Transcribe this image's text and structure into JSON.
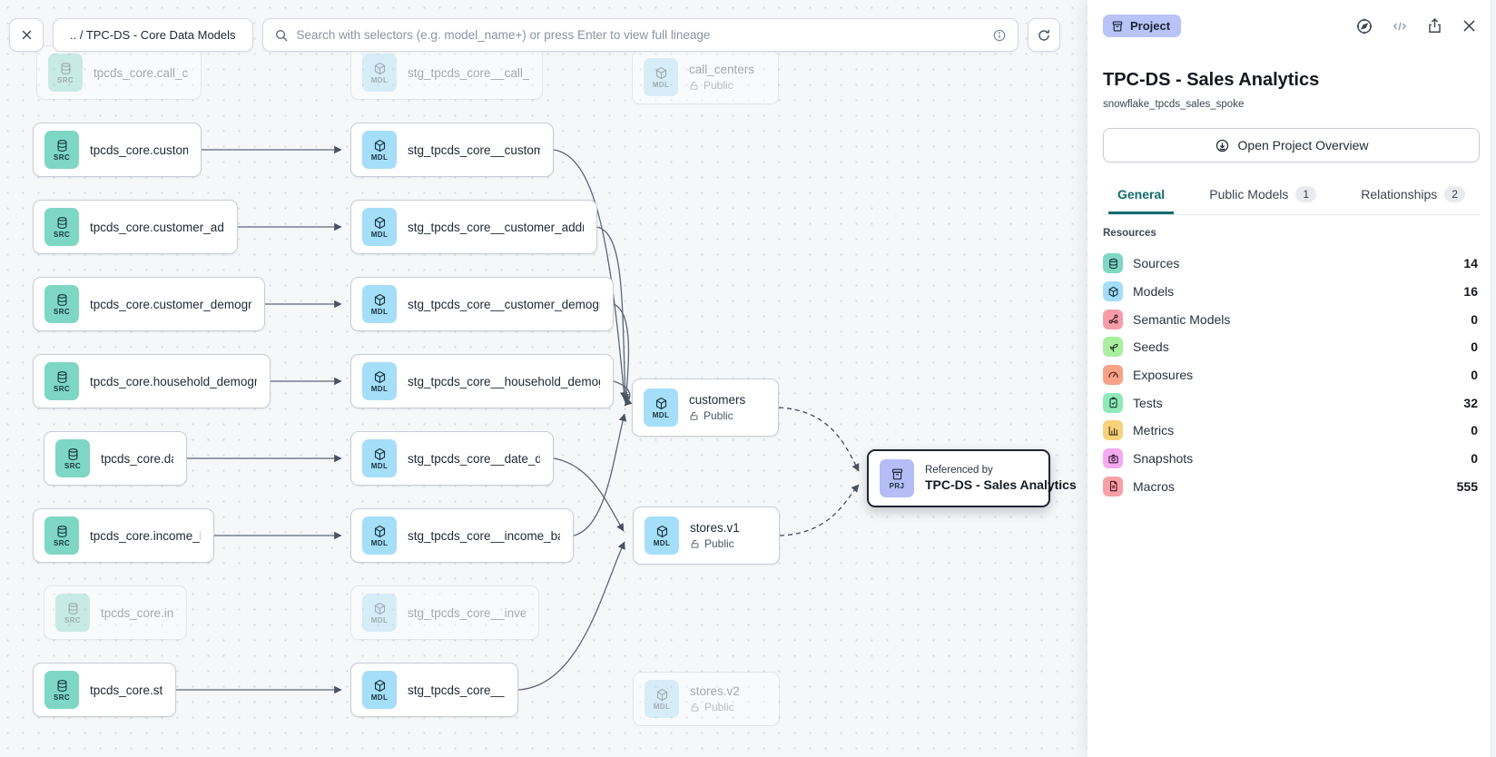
{
  "toolbar": {
    "breadcrumb": ".. / TPC-DS - Core Data Models",
    "search_placeholder": "Search with selectors (e.g. model_name+) or press Enter to view full lineage"
  },
  "canvas": {
    "badge_src": "SRC",
    "badge_mdl": "MDL",
    "badge_prj": "PRJ",
    "src": [
      "tpcds_core.call_center",
      "tpcds_core.customer",
      "tpcds_core.customer_address",
      "tpcds_core.customer_demographics",
      "tpcds_core.household_demographics",
      "tpcds_core.date_dim",
      "tpcds_core.income_band",
      "tpcds_core.inventory",
      "tpcds_core.store"
    ],
    "mdl": [
      "stg_tpcds_core__call_center",
      "stg_tpcds_core__customer",
      "stg_tpcds_core__customer_address",
      "stg_tpcds_core__customer_demogra…",
      "stg_tpcds_core__household_demogr…",
      "stg_tpcds_core__date_dim",
      "stg_tpcds_core__income_band",
      "stg_tpcds_core__inventory",
      "stg_tpcds_core__store"
    ],
    "publics": [
      {
        "title": "call_centers",
        "visibility": "Public"
      },
      {
        "title": "customers",
        "visibility": "Public"
      },
      {
        "title": "stores.v1",
        "visibility": "Public"
      },
      {
        "title": "stores.v2",
        "visibility": "Public"
      }
    ],
    "project_node": {
      "eyebrow": "Referenced by",
      "title": "TPC-DS - Sales Analytics"
    }
  },
  "panel": {
    "badge_label": "Project",
    "title": "TPC-DS - Sales Analytics",
    "subtitle": "snowflake_tpcds_sales_spoke",
    "overview_button": "Open Project Overview",
    "tabs": [
      {
        "label": "General"
      },
      {
        "label": "Public Models",
        "count": "1"
      },
      {
        "label": "Relationships",
        "count": "2"
      }
    ],
    "resources_heading": "Resources",
    "resources": [
      {
        "label": "Sources",
        "value": "14",
        "color": "#7ed8c3"
      },
      {
        "label": "Models",
        "value": "16",
        "color": "#a3ddf8"
      },
      {
        "label": "Semantic Models",
        "value": "0",
        "color": "#f79daa"
      },
      {
        "label": "Seeds",
        "value": "0",
        "color": "#a9ef9f"
      },
      {
        "label": "Exposures",
        "value": "0",
        "color": "#f8a287"
      },
      {
        "label": "Tests",
        "value": "32",
        "color": "#8fe9b9"
      },
      {
        "label": "Metrics",
        "value": "0",
        "color": "#f7d27b"
      },
      {
        "label": "Snapshots",
        "value": "0",
        "color": "#f3abee"
      },
      {
        "label": "Macros",
        "value": "555",
        "color": "#f8a0a8"
      }
    ]
  }
}
